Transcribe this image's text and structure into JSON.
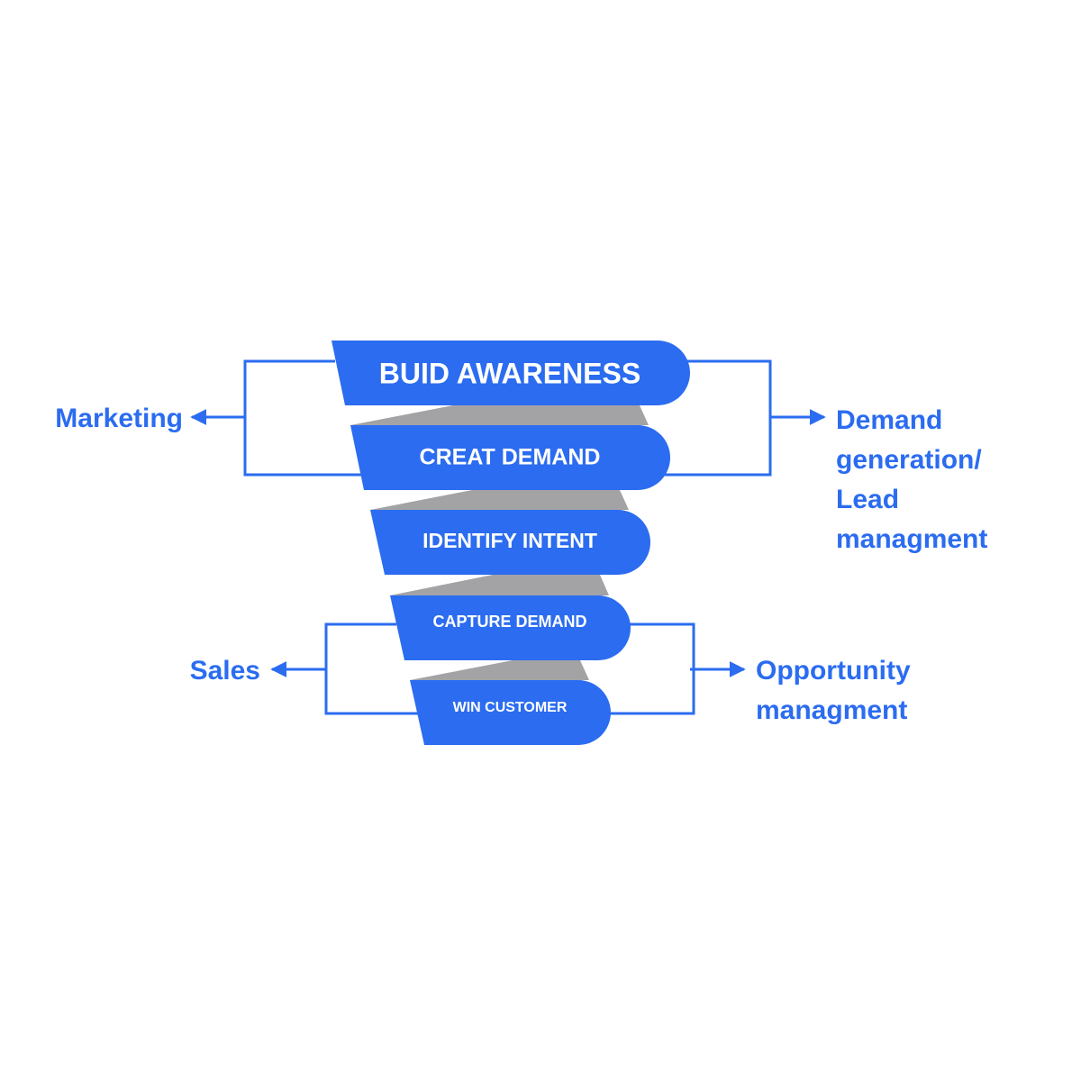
{
  "colors": {
    "stage_fill": "#2b6cf0",
    "connector_fill": "#a3a3a6",
    "line": "#2b6cf0",
    "label_text": "#2b6cf0",
    "stage_text": "#ffffff"
  },
  "funnel": {
    "stages": [
      {
        "label": "BUID AWARENESS"
      },
      {
        "label": "CREAT DEMAND"
      },
      {
        "label": "IDENTIFY INTENT"
      },
      {
        "label": "CAPTURE DEMAND"
      },
      {
        "label": "WIN CUSTOMER"
      }
    ]
  },
  "groups": {
    "marketing": {
      "left_label": "Marketing",
      "right_label_lines": [
        "Demand",
        "generation/",
        "Lead",
        "managment"
      ]
    },
    "sales": {
      "left_label": "Sales",
      "right_label_lines": [
        "Opportunity",
        "managment"
      ]
    }
  }
}
